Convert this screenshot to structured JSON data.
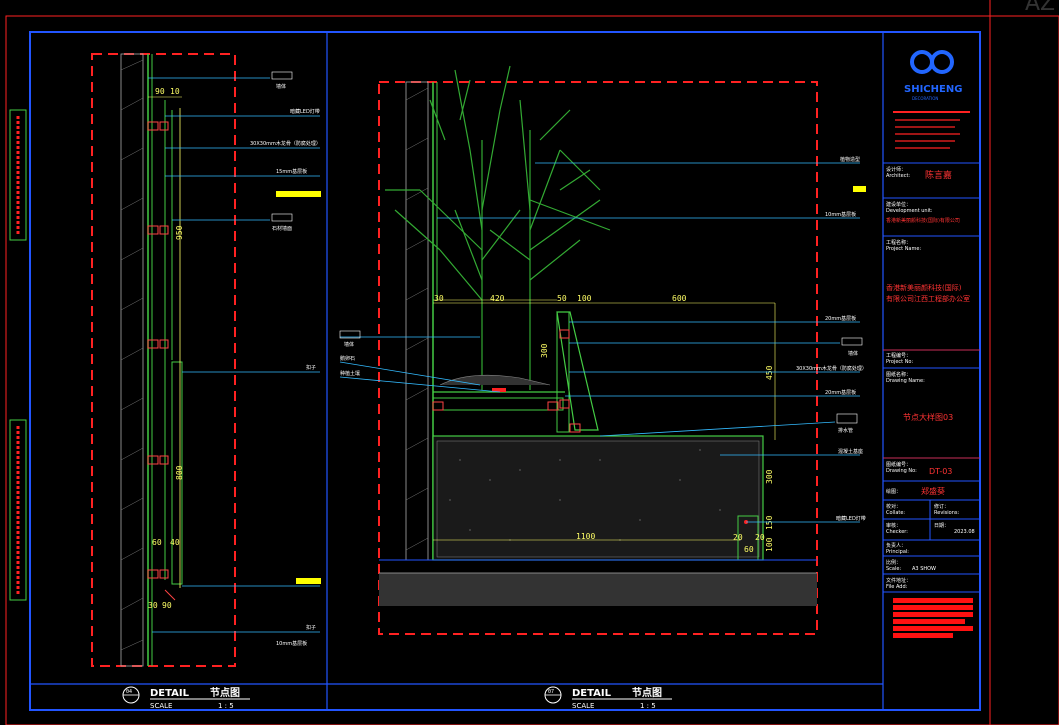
{
  "sheet_corner_label": "AZ",
  "left_detail": {
    "dims_top": [
      "90",
      "10"
    ],
    "dim_950": "950",
    "dim_800": "800",
    "dims_bottom_a": [
      "60",
      "40"
    ],
    "dims_bottom_b": [
      "30",
      "90"
    ],
    "labels": [
      "墙体",
      "暗藏LED灯带",
      "30X30mm木龙骨（防腐处理）",
      "15mm基层板",
      "石材墙面",
      "扣子",
      "扣子",
      "10mm基层板"
    ],
    "title": "DETAIL",
    "title_cn": "节点图",
    "scale_label": "SCALE",
    "scale_value": "1 : 5",
    "bubble": "04"
  },
  "right_detail": {
    "dims_top": [
      "30",
      "420",
      "50",
      "100",
      "600"
    ],
    "dim_300": "300",
    "dim_450": "450",
    "dim_300b": "300",
    "dim_1100": "1100",
    "dims_bottom": [
      "60",
      "20",
      "20",
      "100",
      "150"
    ],
    "labels_right": [
      "植物造型",
      "10mm基层板",
      "20mm基层板",
      "墙体",
      "30X30mm木龙骨（防腐处理）",
      "20mm基层板",
      "排水管",
      "混凝土基座",
      "暗藏LED灯带"
    ],
    "labels_left": [
      "墙体",
      "鹅卵石",
      "种植土壤"
    ],
    "title": "DETAIL",
    "title_cn": "节点图",
    "scale_label": "SCALE",
    "scale_value": "1 : 5",
    "bubble": "07"
  },
  "title_block": {
    "logo_text": "SHICHENG",
    "logo_sub": "DECORATION",
    "designer_label": "设计师：",
    "designer_label_en": "Architect:",
    "designer_value": "陈言嘉",
    "unit_label": "建设单位：",
    "unit_label_en": "Development unit:",
    "unit_value": "香港新美丽颜科技(国际)有限公司",
    "project_label": "工程名称：",
    "project_label_en": "Project Name:",
    "project_value_line1": "香港新美丽颜科技(国际)",
    "project_value_line2": "有限公司江西工程部办公室",
    "drawing_no_label": "工程编号：",
    "drawing_no_label_en": "Project No:",
    "drawing_name_label": "图纸名称：",
    "drawing_name_label_en": "Drawing Name:",
    "drawing_name_value": "节点大样图03",
    "sheet_no_label": "图纸编号：",
    "sheet_no_label_en": "Drawing No:",
    "sheet_no_value": "DT-03",
    "drafter_label": "绘图：",
    "drafter_value": "郑盛葵",
    "checker_label": "校对：",
    "checker_label_en": "Collate:",
    "revision_label": "修订：",
    "revision_label_en": "Revisions:",
    "audit_label": "审核：",
    "audit_label_en": "Checker:",
    "date_label": "日期：",
    "date_value": "2023.08",
    "principal_label": "负责人：",
    "principal_label_en": "Principal:",
    "scale_label": "比例：",
    "scale_label_en": "Scale:",
    "scale_value": "A3 SHOW",
    "file_label": "文件地址：",
    "file_label_en": "File Add:"
  },
  "colors": {
    "frame": "#2255ff",
    "red": "#ff2222",
    "green": "#44cc44",
    "yellow": "#ffff00",
    "white": "#ffffff",
    "cyan": "#33bbff"
  }
}
